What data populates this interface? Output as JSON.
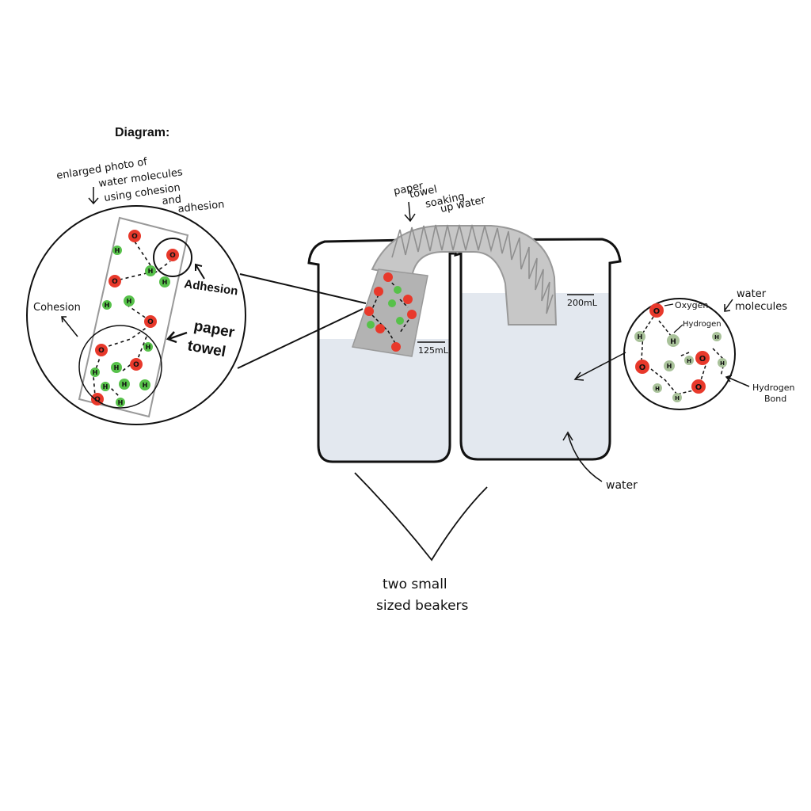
{
  "diagram": {
    "title": "Diagram:",
    "enlarged_note": [
      "enlarged photo of",
      "water molecules",
      "using cohesion",
      "and",
      "adhesion"
    ],
    "cohesion_label": "Cohesion",
    "adhesion_label": "Adhesion",
    "paper_towel_label": [
      "paper",
      "towel"
    ],
    "towel_soaking_label": [
      "paper",
      "towel",
      "soaking",
      "up water"
    ],
    "left_volume": "125mL",
    "right_volume": "200mL",
    "water_molecules_label": [
      "water",
      "molecules"
    ],
    "oxygen_label": "Oxygen",
    "hydrogen_label": "Hydrogen",
    "hydrogen_bond_label": [
      "Hydrogen",
      "Bond"
    ],
    "water_label": "water",
    "beakers_label": [
      "two small",
      "sized beakers"
    ],
    "atom_o": "O",
    "atom_h": "H",
    "colors": {
      "oxygen": "#e8392b",
      "hydrogen_left": "#57c14a",
      "hydrogen_right": "#a9c29a",
      "water": "#e3e8ef",
      "towel": "#b3b3b3"
    }
  }
}
